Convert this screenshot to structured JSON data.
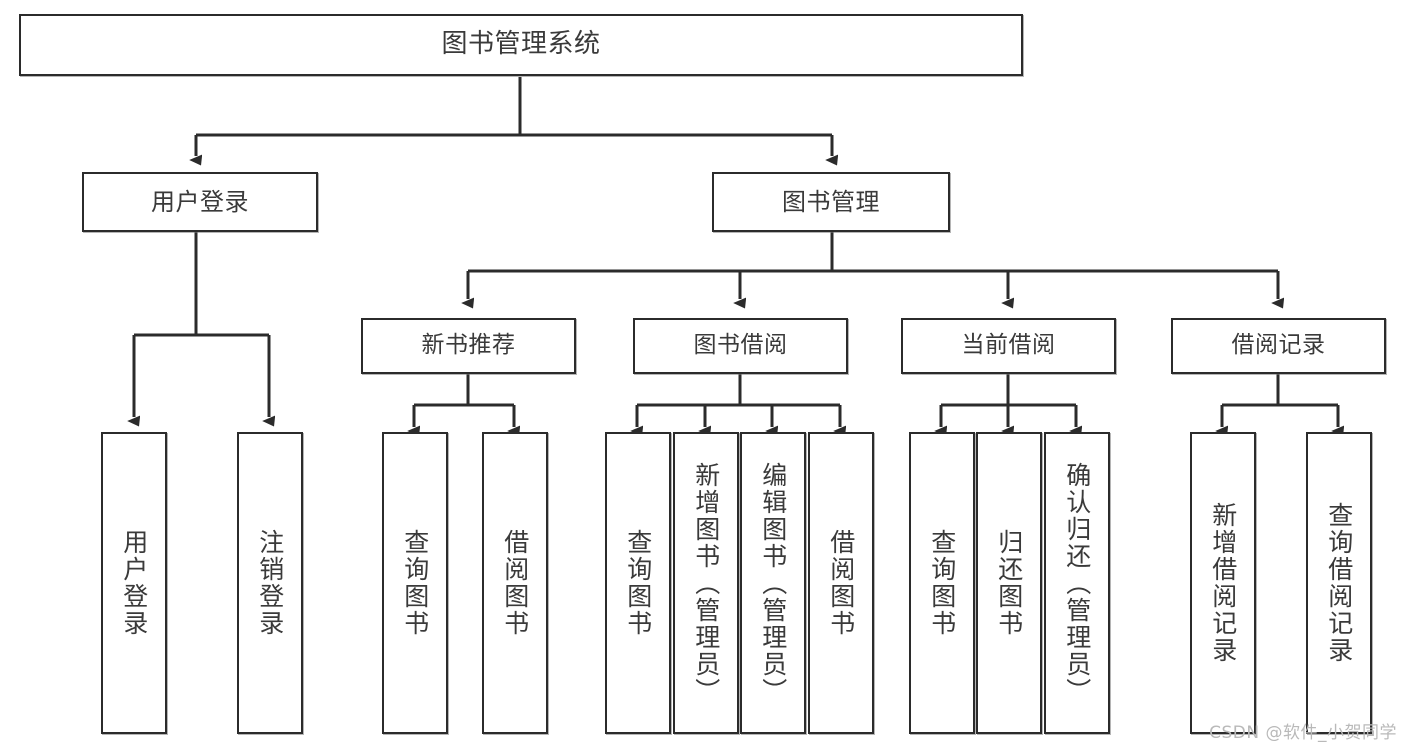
{
  "diagram": {
    "title": "图书管理系统",
    "watermark": "CSDN @软件_小贺同学",
    "colors": {
      "box_border": "#2b2b2b",
      "box_fill": "#ffffff",
      "text": "#3a3a3a",
      "connector": "#2b2b2b",
      "watermark": "#b9b9b9",
      "background": "#ffffff"
    },
    "root": {
      "label": "图书管理系统"
    },
    "level2": [
      {
        "label": "用户登录"
      },
      {
        "label": "图书管理"
      }
    ],
    "level3": [
      {
        "label": "新书推荐"
      },
      {
        "label": "图书借阅"
      },
      {
        "label": "当前借阅"
      },
      {
        "label": "借阅记录"
      }
    ],
    "leaves": {
      "user_login": [
        {
          "label": "用户登录"
        },
        {
          "label": "注销登录"
        }
      ],
      "new_book_recommend": [
        {
          "label": "查询图书"
        },
        {
          "label": "借阅图书"
        }
      ],
      "book_borrow": [
        {
          "label": "查询图书"
        },
        {
          "label": "新增图书（管理员）"
        },
        {
          "label": "编辑图书（管理员）"
        },
        {
          "label": "借阅图书"
        }
      ],
      "current_borrow": [
        {
          "label": "查询图书"
        },
        {
          "label": "归还图书"
        },
        {
          "label": "确认归还（管理员）"
        }
      ],
      "borrow_record": [
        {
          "label": "新增借阅记录"
        },
        {
          "label": "查询借阅记录"
        }
      ]
    }
  },
  "chart_data": {
    "type": "tree-diagram",
    "title": "图书管理系统",
    "orientation": "top-down",
    "levels": 4,
    "nodes": [
      {
        "id": "root",
        "label": "图书管理系统",
        "level": 0,
        "parent": null
      },
      {
        "id": "user-login",
        "label": "用户登录",
        "level": 1,
        "parent": "root"
      },
      {
        "id": "book-manage",
        "label": "图书管理",
        "level": 1,
        "parent": "root"
      },
      {
        "id": "new-book",
        "label": "新书推荐",
        "level": 2,
        "parent": "book-manage"
      },
      {
        "id": "book-borrow",
        "label": "图书借阅",
        "level": 2,
        "parent": "book-manage"
      },
      {
        "id": "current-borrow",
        "label": "当前借阅",
        "level": 2,
        "parent": "book-manage"
      },
      {
        "id": "borrow-record",
        "label": "借阅记录",
        "level": 2,
        "parent": "book-manage"
      },
      {
        "id": "leaf-user-login",
        "label": "用户登录",
        "level": 2,
        "parent": "user-login"
      },
      {
        "id": "leaf-logout",
        "label": "注销登录",
        "level": 2,
        "parent": "user-login"
      },
      {
        "id": "leaf-nb-query",
        "label": "查询图书",
        "level": 3,
        "parent": "new-book"
      },
      {
        "id": "leaf-nb-borrow",
        "label": "借阅图书",
        "level": 3,
        "parent": "new-book"
      },
      {
        "id": "leaf-bb-query",
        "label": "查询图书",
        "level": 3,
        "parent": "book-borrow"
      },
      {
        "id": "leaf-bb-add",
        "label": "新增图书（管理员）",
        "level": 3,
        "parent": "book-borrow"
      },
      {
        "id": "leaf-bb-edit",
        "label": "编辑图书（管理员）",
        "level": 3,
        "parent": "book-borrow"
      },
      {
        "id": "leaf-bb-borrow",
        "label": "借阅图书",
        "level": 3,
        "parent": "book-borrow"
      },
      {
        "id": "leaf-cb-query",
        "label": "查询图书",
        "level": 3,
        "parent": "current-borrow"
      },
      {
        "id": "leaf-cb-return",
        "label": "归还图书",
        "level": 3,
        "parent": "current-borrow"
      },
      {
        "id": "leaf-cb-confirm",
        "label": "确认归还（管理员）",
        "level": 3,
        "parent": "current-borrow"
      },
      {
        "id": "leaf-br-add",
        "label": "新增借阅记录",
        "level": 3,
        "parent": "borrow-record"
      },
      {
        "id": "leaf-br-query",
        "label": "查询借阅记录",
        "level": 3,
        "parent": "borrow-record"
      }
    ]
  }
}
